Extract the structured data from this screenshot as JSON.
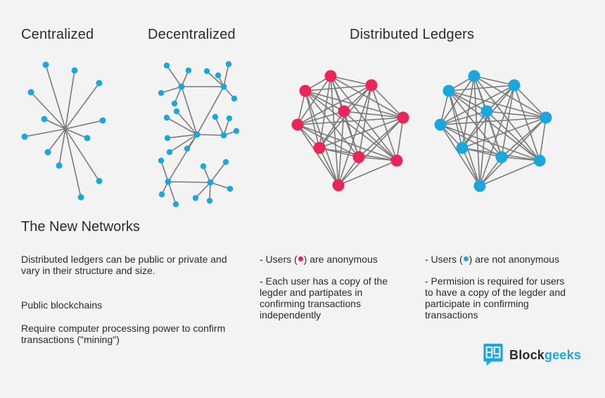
{
  "headings": {
    "centralized": "Centralized",
    "decentralized": "Decentralized",
    "distributed": "Distributed Ledgers"
  },
  "section_title": "The New Networks",
  "left_text": {
    "p1": "Distributed ledgers can be public or private and vary in their structure and size.",
    "p2": "Public blockchains",
    "p3": "Require computer processing power to confirm transactions (\"mining\")"
  },
  "middle_text": {
    "line1_prefix": "- Users (",
    "line1_suffix": ") are anonymous",
    "p2": "- Each user has a copy of the legder and partipates in confirming transactions independently"
  },
  "right_text": {
    "line1_prefix": "- Users (",
    "line1_suffix": ") are  not anonymous",
    "p2": "- Permision is required for users to have a copy of the legder and participate in confirming transactions"
  },
  "logo": {
    "text_main": "Block",
    "text_accent": "geeks"
  },
  "colors": {
    "blue": "#1aa7e0",
    "pink": "#ec2457",
    "edge": "#7a7a7a",
    "background": "#f3f3f3"
  }
}
